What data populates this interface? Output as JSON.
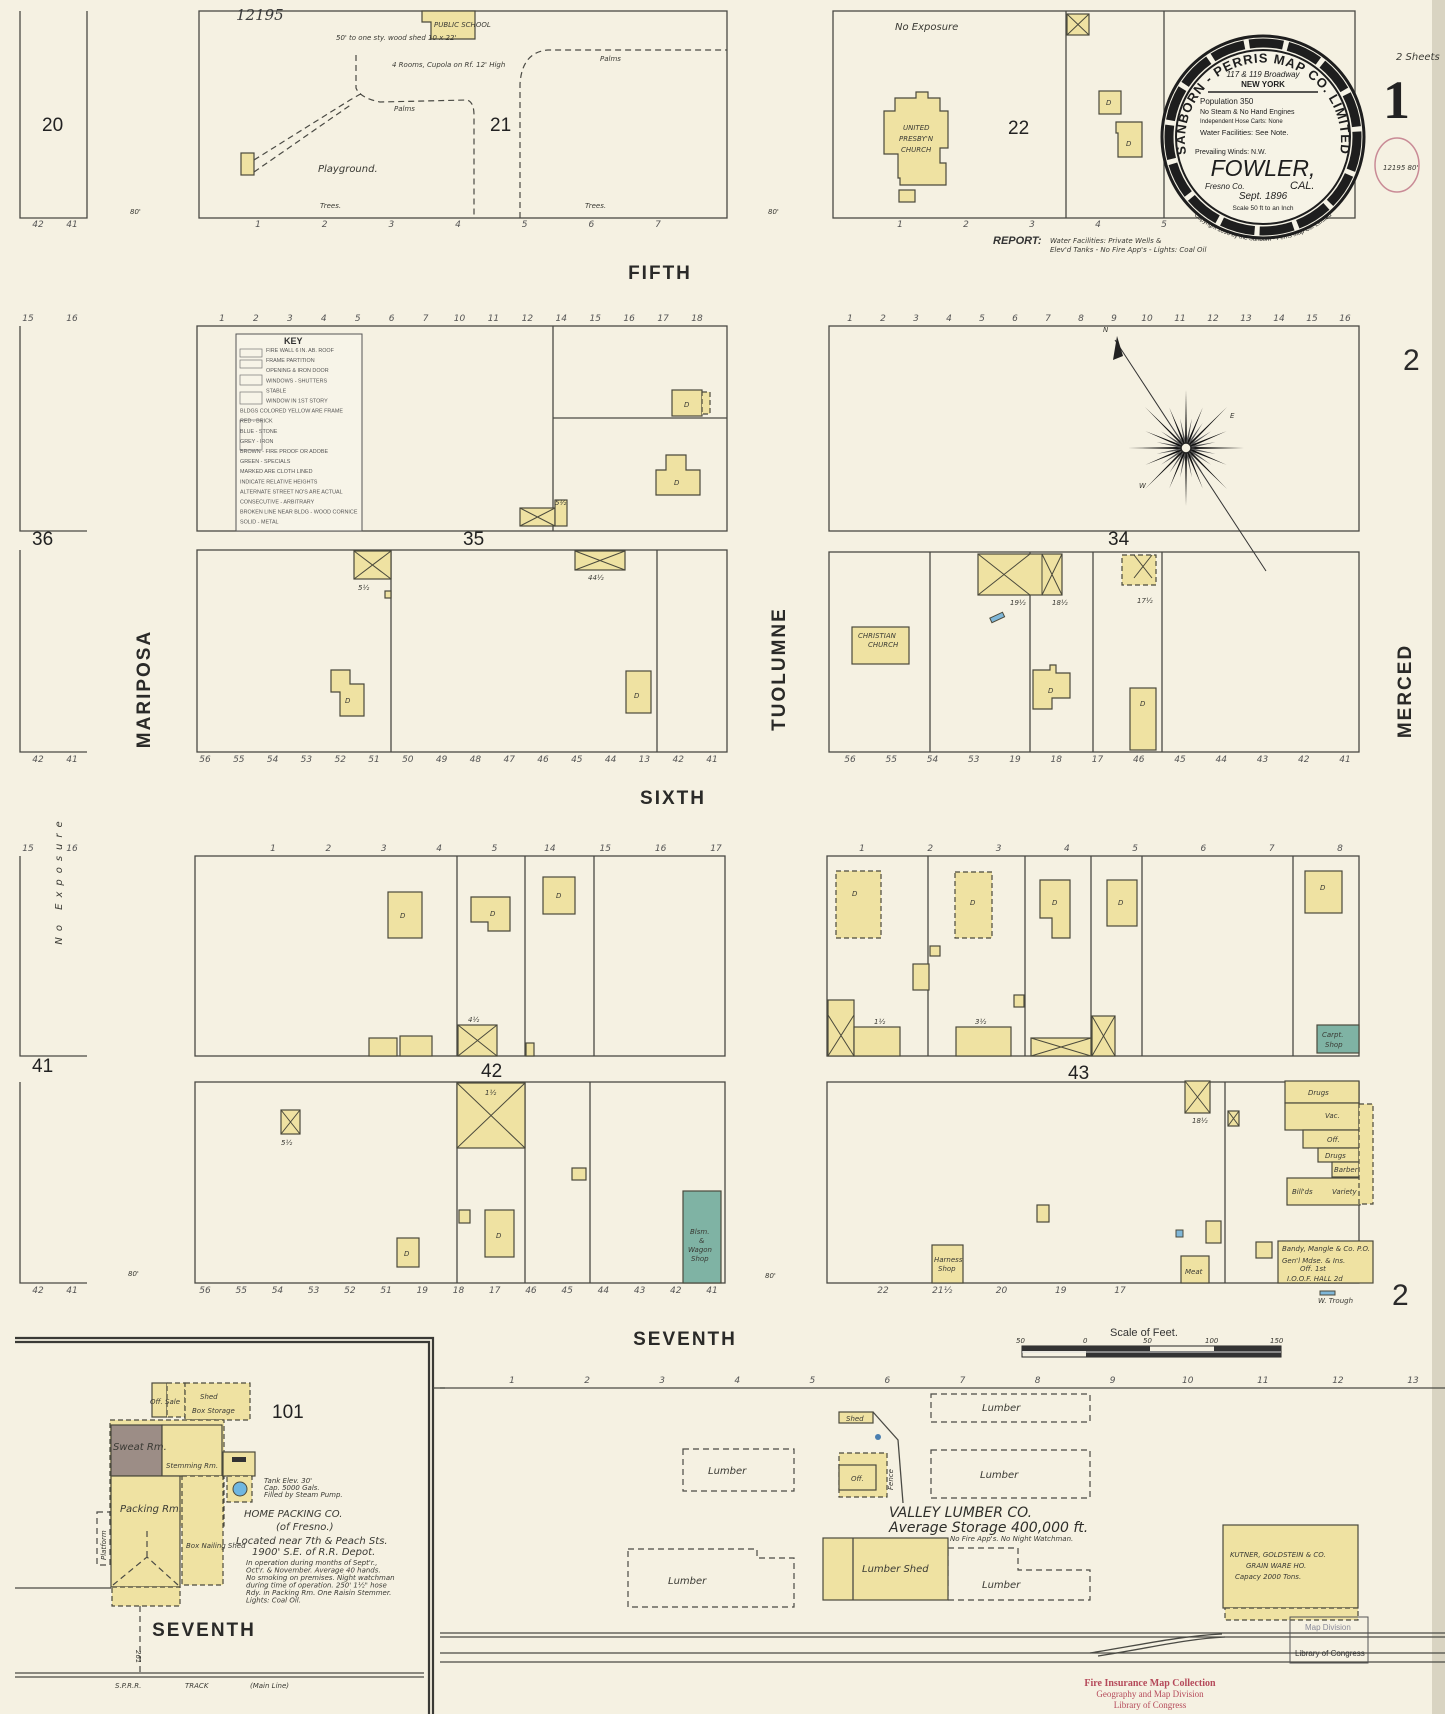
{
  "sheet": {
    "number": "1",
    "sheets_note": "2 Sheets",
    "catalog_no": "12195",
    "adjoining_sheet": "2"
  },
  "title_cartouche": {
    "publisher": "SANBORN - PERRIS MAP CO. LIMITED",
    "address": "117 & 119 Broadway",
    "city": "NEW YORK",
    "population": "Population 350",
    "engines": "No Steam & No Hand Engines",
    "hose_carts": "Independent Hose Carts: None",
    "water": "Water Facilities: See Note.",
    "winds": "Prevailing Winds: N.W.",
    "town": "FOWLER,",
    "county": "Fresno Co.",
    "state": "CAL.",
    "date": "Sept. 1896",
    "scale": "Scale 50 ft to an Inch",
    "copyright": "Copyright 1896 by the Sanborn - Perris Map Co. Limited"
  },
  "report": {
    "label": "REPORT:",
    "line_1": "Water Facilities: Private Wells &",
    "line_2": "Elev'd Tanks - No Fire App's - Lights: Coal Oil"
  },
  "streets": {
    "fifth": "FIFTH",
    "sixth": "SIXTH",
    "seventh": "SEVENTH",
    "mariposa": "MARIPOSA",
    "tuolumne": "TUOLUMNE",
    "merced": "MERCED",
    "seventh_inset": "SEVENTH"
  },
  "blocks": {
    "b20": "20",
    "b21": "21",
    "b22": "22",
    "b36": "36",
    "b35": "35",
    "b34": "34",
    "b41": "41",
    "b42": "42",
    "b43": "43",
    "b101": "101"
  },
  "notes": {
    "no_exposure_top": "No Exposure",
    "no_exposure_side": "No Exposure",
    "playground": "Playground.",
    "trees": "Trees.",
    "palms": "Palms",
    "wood_shed": "50' to one sty. wood shed 10 x 22'",
    "school_note": "4 Rooms, Cupola on Rf. 12' High",
    "street_width": "80'"
  },
  "buildings": {
    "public_school": "PUBLIC SCHOOL",
    "presbyterian_church": [
      "UNITED",
      "PRESBY'N",
      "CHURCH"
    ],
    "christian_church": [
      "CHRISTIAN",
      "CHURCH"
    ],
    "blacksmith": [
      "Blsm.",
      "&",
      "Wagon",
      "Shop"
    ],
    "carpet_shop": [
      "Carpt.",
      "Shop"
    ],
    "harness_shop": [
      "Harness",
      "Shop"
    ],
    "drugs": "Drugs",
    "vacant": "Vac.",
    "office": "Off.",
    "barber": "Barber",
    "billiards": "Bill'ds",
    "variety": "Variety",
    "meat": "Meat",
    "bandy": [
      "Bandy, Mangle & Co.  P.O.",
      "Gen'l Mdse. & Ins.",
      "Off. 1st",
      "I.O.O.F. HALL 2d"
    ],
    "trough": "W. Trough",
    "dwelling": "D"
  },
  "story_heights": [
    "4½",
    "5½",
    "44½",
    "19½",
    "18½",
    "17½",
    "1½",
    "4½",
    "3½",
    "5½",
    "18½",
    "5½"
  ],
  "home_packing": {
    "name": "HOME PACKING CO.",
    "subtitle": "(of Fresno.)",
    "location_1": "Located near 7th & Peach Sts.",
    "location_2": "1900' S.E. of R.R. Depot.",
    "notes": [
      "In operation during months of Sept'r.,",
      "Oct'r. & November. Average 40 hands.",
      "No smoking on premises. Night watchman",
      "during time of operation. 250' 1½\" hose",
      "Rdy. in Packing Rm. One Raisin Stemmer.",
      "Lights: Coal Oil."
    ],
    "tank": [
      "Tank Elev. 30'",
      "Cap. 5000 Gals.",
      "Filled by Steam Pump."
    ],
    "rooms": {
      "sweat": "Sweat Rm.",
      "stemming": "Stemming Rm.",
      "packing": "Packing Rm.",
      "box_nailing": "Box Nailing Shed",
      "shed": "Shed",
      "box_storage": "Box Storage",
      "off_sale": "Off. Sale",
      "platform": "Platform"
    },
    "distance": "261",
    "track": [
      "S.P.R.R.",
      "TRACK",
      "(Main Line)"
    ]
  },
  "valley_lumber": {
    "name": "VALLEY LUMBER CO.",
    "storage": "Average Storage 400,000 ft.",
    "note": "No Fire App's. No Night Watchman.",
    "lumber": "Lumber",
    "lumber_shed": "Lumber Shed",
    "office": "Off.",
    "shed": "Shed",
    "fence": "Fence"
  },
  "kutner": {
    "name": "KUTNER, GOLDSTEIN & CO.",
    "type": "GRAIN WARE HO.",
    "capacity": "Capacy 2000 Tons."
  },
  "scale_bar": {
    "title": "Scale of Feet.",
    "ticks": [
      "50",
      "0",
      "50",
      "100",
      "150"
    ]
  },
  "compass": {
    "n": "N",
    "e": "E",
    "w": "W"
  },
  "key": {
    "title": "KEY",
    "lines": [
      "FIRE WALL 6 IN. AB. ROOF",
      "FRAME PARTITION",
      "OPENING & IRON DOOR",
      "WINDOWS - SHUTTERS",
      "STABLE",
      "WINDOW IN 1ST STORY",
      "BLDGS COLORED YELLOW ARE FRAME",
      "RED - BRICK",
      "BLUE - STONE",
      "GREY - IRON",
      "BROWN - FIRE PROOF OR ADOBE",
      "GREEN - SPECIALS",
      "MARKED ARE CLOTH LINED",
      "INDICATE RELATIVE HEIGHTS",
      "ALTERNATE STREET NO'S ARE ACTUAL",
      "CONSECUTIVE - ARBITRARY",
      "BROKEN LINE NEAR BLDG - WOOD CORNICE",
      "SOLID - METAL"
    ]
  },
  "stamps": {
    "collection": [
      "Fire Insurance Map Collection",
      "Geography and Map Division",
      "Library of Congress"
    ],
    "division_box": [
      "Map Division",
      "Library of Congress"
    ],
    "receipt": "12195 80'"
  },
  "lot_numbers": {
    "block21": [
      "1",
      "2",
      "3",
      "4",
      "5",
      "6",
      "7"
    ],
    "block22": [
      "1",
      "2",
      "3",
      "4",
      "5"
    ],
    "row2_left": [
      "1",
      "2",
      "3",
      "4",
      "5",
      "6",
      "7",
      "10",
      "11",
      "12",
      "14",
      "15",
      "16",
      "17",
      "18"
    ],
    "row2_right": [
      "1",
      "2",
      "3",
      "4",
      "5",
      "6",
      "7",
      "8",
      "9",
      "10",
      "11",
      "12",
      "13",
      "14",
      "15",
      "16"
    ],
    "block35": [
      "56",
      "55",
      "54",
      "53",
      "52",
      "51",
      "50",
      "49",
      "48",
      "47",
      "46",
      "45",
      "44",
      "13",
      "42",
      "41"
    ],
    "block34": [
      "56",
      "55",
      "54",
      "53",
      "19",
      "18",
      "17",
      "46",
      "45",
      "44",
      "43",
      "42",
      "41"
    ],
    "row4_left": [
      "1",
      "2",
      "3",
      "4",
      "5",
      "14",
      "15",
      "16",
      "17"
    ],
    "row4_right": [
      "1",
      "2",
      "3",
      "4",
      "5",
      "6",
      "7",
      "8"
    ],
    "block42": [
      "56",
      "55",
      "54",
      "53",
      "52",
      "51",
      "19",
      "18",
      "17",
      "46",
      "45",
      "44",
      "43",
      "42",
      "41"
    ],
    "block43": [
      "22",
      "21½",
      "20",
      "19",
      "17"
    ],
    "lower": [
      "1",
      "2",
      "3",
      "4",
      "5",
      "6",
      "7",
      "8",
      "9",
      "10",
      "11",
      "12",
      "13"
    ],
    "left_col_top": [
      "42",
      "41"
    ],
    "left_col_row2": [
      "15",
      "16"
    ],
    "left_col_row3": [
      "42",
      "41"
    ],
    "left_col_row4": [
      "15",
      "16"
    ],
    "left_col_row5": [
      "42",
      "41"
    ]
  }
}
